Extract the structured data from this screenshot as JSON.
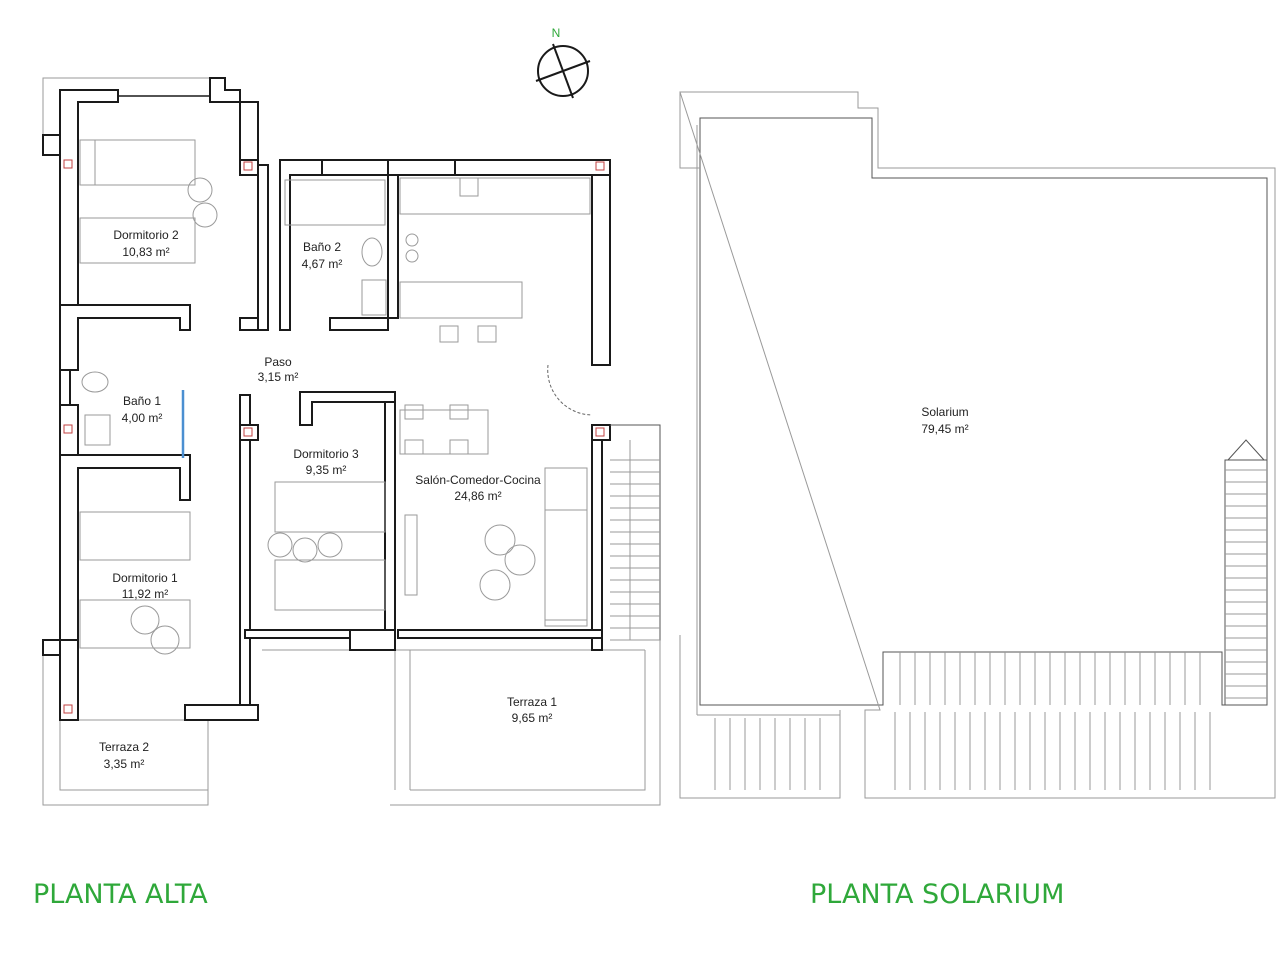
{
  "compass": {
    "north_label": "N"
  },
  "plans": {
    "alta": {
      "title": "PLANTA ALTA",
      "rooms": [
        {
          "key": "dormitorio_2",
          "name": "Dormitorio 2",
          "area": "10,83 m²"
        },
        {
          "key": "bano_2",
          "name": "Baño 2",
          "area": "4,67 m²"
        },
        {
          "key": "paso",
          "name": "Paso",
          "area": "3,15 m²"
        },
        {
          "key": "bano_1",
          "name": "Baño 1",
          "area": "4,00 m²"
        },
        {
          "key": "dormitorio_3",
          "name": "Dormitorio 3",
          "area": "9,35 m²"
        },
        {
          "key": "salon",
          "name": "Salón-Comedor-Cocina",
          "area": "24,86 m²"
        },
        {
          "key": "dormitorio_1",
          "name": "Dormitorio 1",
          "area": "11,92 m²"
        },
        {
          "key": "terraza_1",
          "name": "Terraza 1",
          "area": "9,65 m²"
        },
        {
          "key": "terraza_2",
          "name": "Terraza 2",
          "area": "3,35 m²"
        }
      ]
    },
    "solarium": {
      "title": "PLANTA SOLARIUM",
      "rooms": [
        {
          "key": "solarium",
          "name": "Solarium",
          "area": "79,45 m²"
        }
      ]
    }
  }
}
